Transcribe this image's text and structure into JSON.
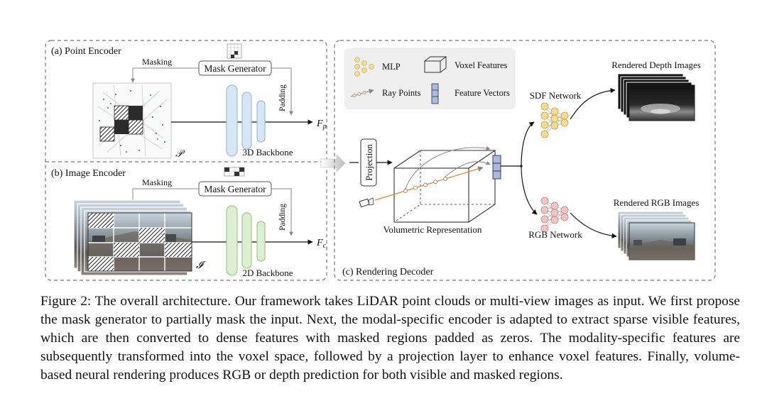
{
  "point_encoder": {
    "title": "(a) Point Encoder",
    "masking_label": "Masking",
    "mask_generator_label": "Mask Generator",
    "padding_label": "Padding",
    "backbone_label": "3D Backbone",
    "input_symbol": "𝒫",
    "output_symbol_base": "F",
    "output_symbol_sub": "p"
  },
  "image_encoder": {
    "title": "(b) Image Encoder",
    "masking_label": "Masking",
    "mask_generator_label": "Mask Generator",
    "padding_label": "Padding",
    "backbone_label": "2D Backbone",
    "input_symbol": "𝓘",
    "output_symbol_base": "F",
    "output_symbol_sub": "c"
  },
  "rendering_decoder": {
    "title": "(c) Rendering Decoder",
    "legend": {
      "mlp": "MLP",
      "voxel_features": "Voxel Features",
      "ray_points": "Ray Points",
      "feature_vectors": "Feature Vectors"
    },
    "projection_label": "Projection",
    "volumetric_label": "Volumetric Representation",
    "sdf_network_label": "SDF Network",
    "rgb_network_label": "RGB Network",
    "depth_output_label": "Rendered Depth Images",
    "rgb_output_label": "Rendered RGB Images"
  },
  "colors": {
    "backbone_3d": "#d7e6f5",
    "backbone_3d_stroke": "#9dbde0",
    "backbone_2d": "#dcefd2",
    "backbone_2d_stroke": "#9ccf86",
    "sdf_nodes": "#f7dc8e",
    "rgb_nodes": "#f3c4c4",
    "ray": "#e8862e",
    "feature_vector": "#a9b9e3"
  },
  "caption": "Figure 2: The overall architecture. Our framework takes LiDAR point clouds or multi-view images as input. We first propose the mask generator to partially mask the input. Next, the modal-specific encoder is adapted to extract sparse visible features, which are then converted to dense features with masked regions padded as zeros. The modality-specific features are subsequently transformed into the voxel space, followed by a projection layer to enhance voxel features. Finally, volume-based neural rendering produces RGB or depth prediction for both visible and masked regions."
}
